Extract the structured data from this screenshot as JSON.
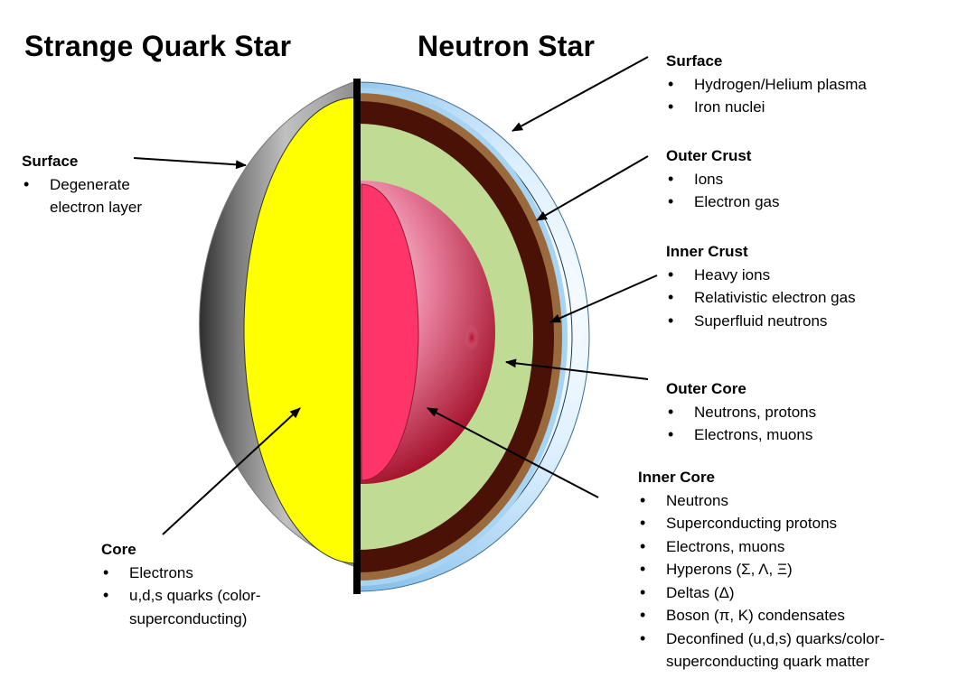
{
  "titles": {
    "left": "Strange Quark Star",
    "right": "Neutron Star"
  },
  "strange_quark_star": {
    "surface": {
      "heading": "Surface",
      "items": [
        "Degenerate electron layer"
      ]
    },
    "core": {
      "heading": "Core",
      "items": [
        "Electrons",
        "u,d,s quarks (color-superconducting)"
      ]
    }
  },
  "neutron_star": {
    "surface": {
      "heading": "Surface",
      "items": [
        "Hydrogen/Helium plasma",
        "Iron nuclei"
      ]
    },
    "outer_crust": {
      "heading": "Outer Crust",
      "items": [
        "Ions",
        "Electron gas"
      ]
    },
    "inner_crust": {
      "heading": "Inner Crust",
      "items": [
        "Heavy ions",
        "Relativistic electron gas",
        "Superfluid neutrons"
      ]
    },
    "outer_core": {
      "heading": "Outer Core",
      "items": [
        "Neutrons, protons",
        "Electrons, muons"
      ]
    },
    "inner_core": {
      "heading": "Inner Core",
      "items": [
        "Neutrons",
        "Superconducting protons",
        "Electrons, muons",
        "Hyperons (Σ, Λ, Ξ)",
        "Deltas (Δ)",
        "Boson (π, K) condensates",
        "Deconfined (u,d,s) quarks/color-superconducting quark matter"
      ]
    }
  },
  "colors": {
    "quark_core": "#ffff00",
    "quark_shell": "#9a9a9a",
    "ns_atmosphere": "#a8d4f4",
    "ns_outer_crust": "#9a6a3c",
    "ns_inner_crust": "#4a1206",
    "ns_outer_core": "#c0dc94",
    "ns_inner_core": "#ff3468",
    "divider": "#000000"
  }
}
